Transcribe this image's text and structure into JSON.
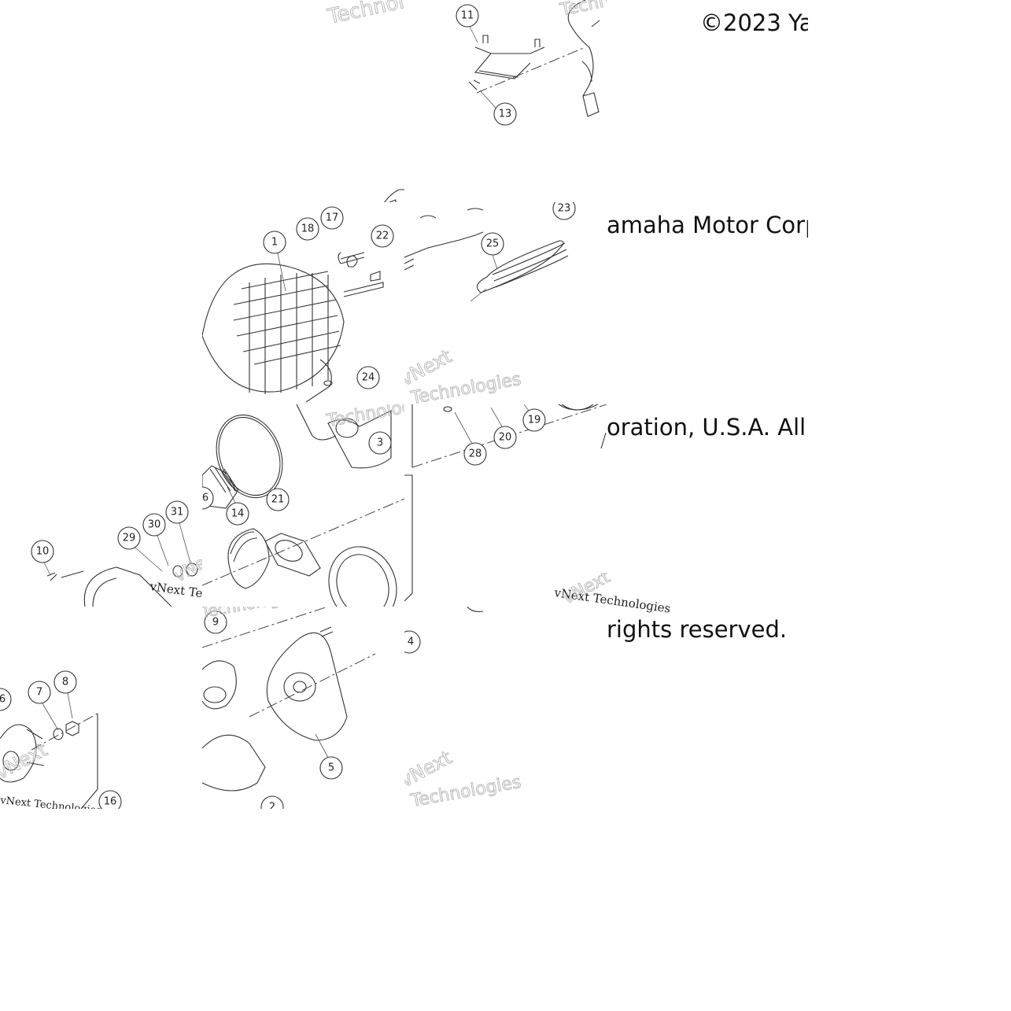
{
  "copyright": {
    "line1": "©2023 Ya",
    "line2": "amaha Motor Corp",
    "line3": "oration, U.S.A. All",
    "line4": "rights reserved."
  },
  "watermark": {
    "brand": "vNext Technologies",
    "ghost_a": "vNext",
    "ghost_b": "Technologies"
  },
  "callouts": [
    "1",
    "2",
    "3",
    "4",
    "5",
    "6",
    "7",
    "8",
    "9",
    "10",
    "11",
    "13",
    "14",
    "16",
    "17",
    "18",
    "19",
    "20",
    "21",
    "22",
    "23",
    "24",
    "25",
    "28",
    "29",
    "30",
    "31"
  ]
}
